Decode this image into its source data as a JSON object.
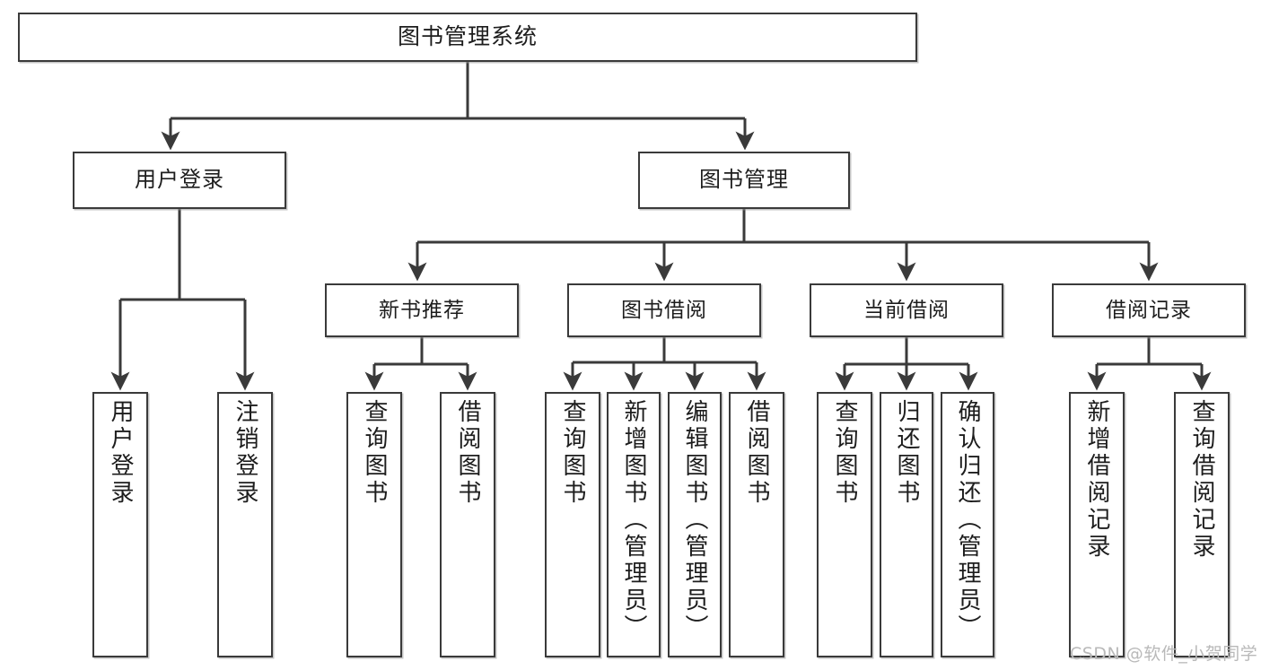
{
  "diagram": {
    "title": "图书管理系统",
    "type": "hierarchy-tree",
    "watermark": "CSDN @软件_小贺同学",
    "colors": {
      "node_border": "#3a3a3a",
      "node_fill": "#ffffff",
      "edge": "#3a3a3a",
      "text": "#1d1d1d",
      "watermark": "#b9b9b9",
      "background": "#ffffff"
    },
    "nodes": {
      "root": {
        "label": "图书管理系统"
      },
      "level2": [
        {
          "id": "user-login",
          "label": "用户登录"
        },
        {
          "id": "book-manage",
          "label": "图书管理"
        }
      ],
      "level3": [
        {
          "id": "new-book-recommend",
          "label": "新书推荐"
        },
        {
          "id": "book-borrow",
          "label": "图书借阅"
        },
        {
          "id": "current-borrow",
          "label": "当前借阅"
        },
        {
          "id": "borrow-record",
          "label": "借阅记录"
        }
      ],
      "leaves": {
        "user-login": [
          {
            "id": "leaf-user-login",
            "label": "用户登录"
          },
          {
            "id": "leaf-logout-login",
            "label": "注销登录"
          }
        ],
        "new-book-recommend": [
          {
            "id": "leaf-query-book-1",
            "label": "查询图书"
          },
          {
            "id": "leaf-borrow-book-1",
            "label": "借阅图书"
          }
        ],
        "book-borrow": [
          {
            "id": "leaf-query-book-2",
            "label": "查询图书"
          },
          {
            "id": "leaf-add-book",
            "label": "新增图书（管理员）"
          },
          {
            "id": "leaf-edit-book",
            "label": "编辑图书（管理员）"
          },
          {
            "id": "leaf-borrow-book-2",
            "label": "借阅图书"
          }
        ],
        "current-borrow": [
          {
            "id": "leaf-query-book-3",
            "label": "查询图书"
          },
          {
            "id": "leaf-return-book",
            "label": "归还图书"
          },
          {
            "id": "leaf-confirm-return",
            "label": "确认归还（管理员）"
          }
        ],
        "borrow-record": [
          {
            "id": "leaf-add-record",
            "label": "新增借阅记录"
          },
          {
            "id": "leaf-query-record",
            "label": "查询借阅记录"
          }
        ]
      }
    }
  }
}
